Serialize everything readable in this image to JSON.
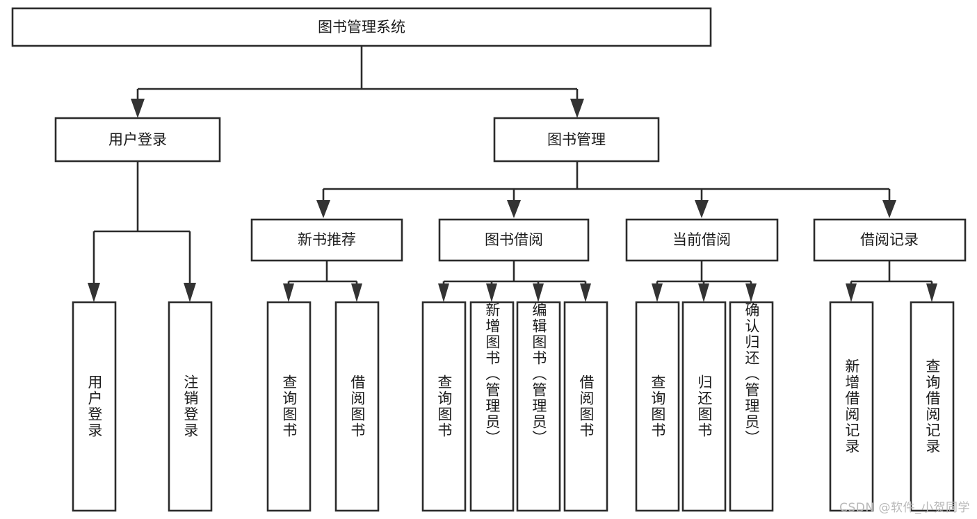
{
  "diagram": {
    "type": "tree",
    "title_node": {
      "label": "图书管理系统"
    },
    "level2": [
      {
        "label": "用户登录"
      },
      {
        "label": "图书管理"
      }
    ],
    "level3": [
      {
        "label": "新书推荐"
      },
      {
        "label": "图书借阅"
      },
      {
        "label": "当前借阅"
      },
      {
        "label": "借阅记录"
      }
    ],
    "leaves": {
      "user_login": [
        {
          "label": "用户登录"
        },
        {
          "label": "注销登录"
        }
      ],
      "new_book_recommend": [
        {
          "label": "查询图书"
        },
        {
          "label": "借阅图书"
        }
      ],
      "book_borrow": [
        {
          "label": "查询图书"
        },
        {
          "label": "新增图书（管理员）"
        },
        {
          "label": "编辑图书（管理员）"
        },
        {
          "label": "借阅图书"
        }
      ],
      "current_borrow": [
        {
          "label": "查询图书"
        },
        {
          "label": "归还图书"
        },
        {
          "label": "确认归还（管理员）"
        }
      ],
      "borrow_record": [
        {
          "label": "新增借阅记录"
        },
        {
          "label": "查询借阅记录"
        }
      ]
    },
    "watermark": "CSDN @软件_小贺同学",
    "colors": {
      "box_stroke": "#2b2b2b",
      "box_fill": "#ffffff",
      "text": "#1b1b1b",
      "watermark": "#b9b9b9",
      "background": "#ffffff"
    }
  }
}
